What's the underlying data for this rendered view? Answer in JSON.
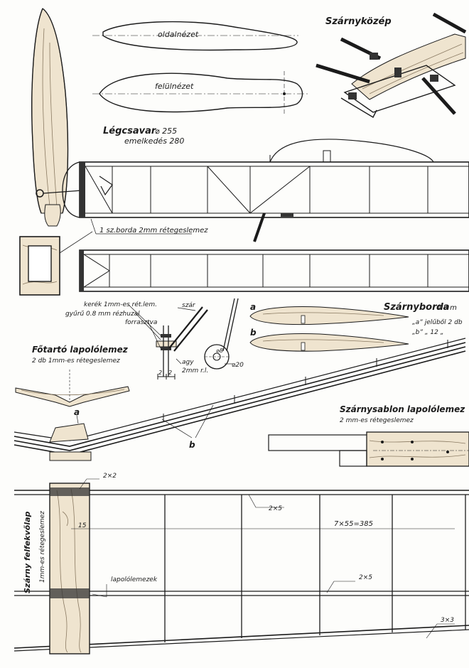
{
  "propeller": {
    "side_view_label": "oldalnézet",
    "top_view_label": "felülnézet",
    "title": "Légcsavar",
    "diameter": "⌀ 255",
    "pitch": "emelkedés 280"
  },
  "wing_center": {
    "title": "Szárnyközép"
  },
  "fuselage": {
    "rib_note": "1 sz.borda 2mm rétegeslemez"
  },
  "hook": {
    "wheel_note": "kerék 1mm-es rét.lem.",
    "ring_note": "gyűrű 0.8 mm rézhuzal",
    "solder_note": "forrasztva",
    "leg_label": "szár",
    "axle_note": "agy",
    "axle_spec": "2mm r.l.",
    "dim_2": "2",
    "dim_2b": "2",
    "dia_8": "⌀8",
    "dia_20": "⌀20"
  },
  "main_spar_plate": {
    "title": "Főtartó lapolólemez",
    "spec": "2 db 1mm-es rétegeslemez"
  },
  "wing_rib": {
    "title": "Szárnyborda",
    "thickness": "0.8 m",
    "mark_a": "a",
    "mark_b": "b",
    "note_a": "„a” jelűből 2 db",
    "note_b": "„b”  „ 12 „"
  },
  "spar_labels": {
    "a": "a",
    "b": "b"
  },
  "template_plate": {
    "title": "Szárnysablon lapolólemez",
    "spec": "2 mm-es rétegeslemez"
  },
  "wing_plan": {
    "dim_top": "2×2",
    "dim_spar": "2×5",
    "dim_spar2": "2×5",
    "rib_spacing": "7×55=385",
    "offset": "15",
    "laminate_label": "lapolólemezek",
    "trailing": "3×3",
    "half_panel_title": "Szárny felfekvőlap",
    "half_panel_spec": "1mm-es rétegeslemez"
  }
}
